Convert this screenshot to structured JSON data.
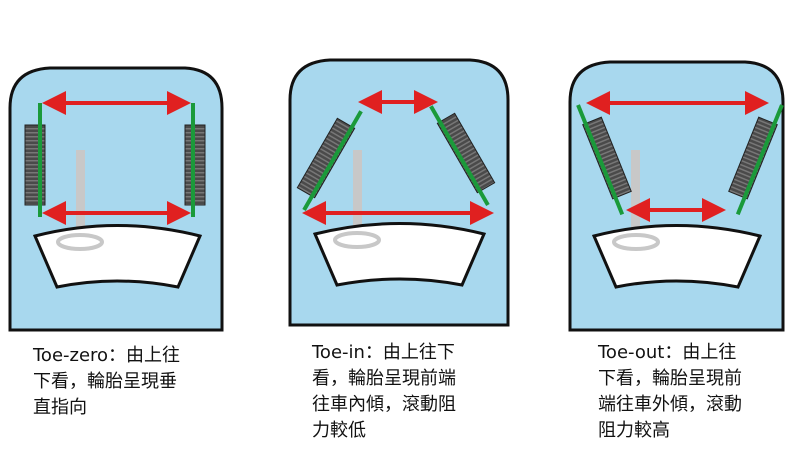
{
  "colors": {
    "body": "#a8d8ee",
    "outline": "#111111",
    "arrow": "#e02020",
    "line": "#1a9a3a",
    "tire": "#555555",
    "column": "#c8c8c8"
  },
  "panels": [
    {
      "id": "toe-zero",
      "caption": [
        "Toe-zero：由上往",
        "下看，輪胎呈現垂",
        "直指向"
      ]
    },
    {
      "id": "toe-in",
      "caption": [
        "Toe-in：由上往下",
        "看，輪胎呈現前端",
        "往車內傾，滾動阻",
        "力較低"
      ]
    },
    {
      "id": "toe-out",
      "caption": [
        "Toe-out：由上往",
        "下看，輪胎呈現前",
        "端往車外傾，滾動",
        "阻力較高"
      ]
    }
  ]
}
